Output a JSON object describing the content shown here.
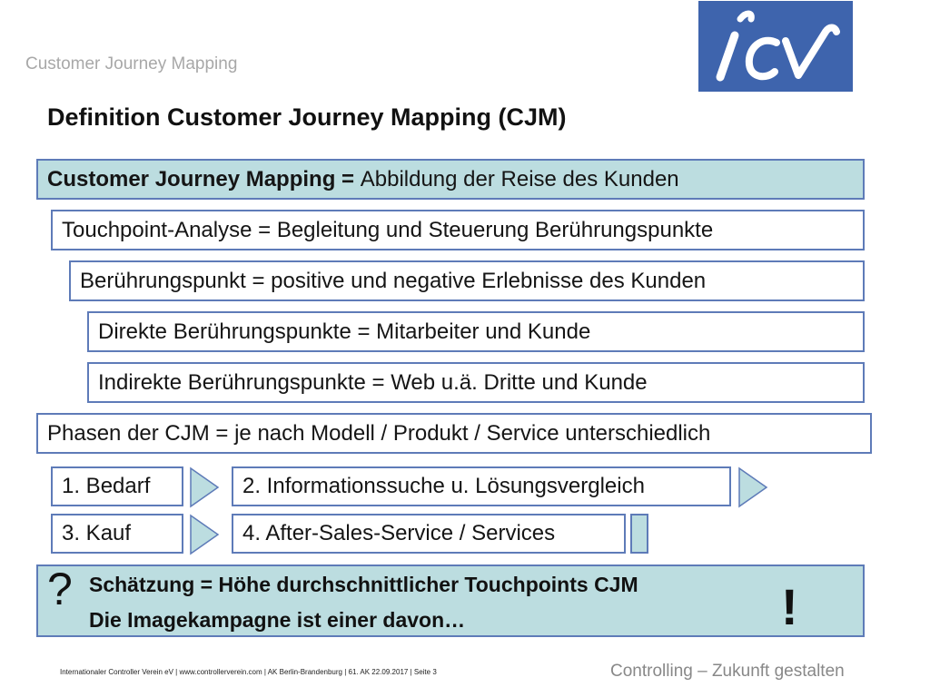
{
  "header": {
    "breadcrumb": "Customer Journey Mapping",
    "logo_text": "icv"
  },
  "title": "Definition Customer Journey Mapping (CJM)",
  "definitions": [
    {
      "term": "Customer Journey Mapping =",
      "text": "Abbildung der Reise des Kunden"
    },
    {
      "text": "Touchpoint-Analyse = Begleitung und Steuerung Berührungspunkte"
    },
    {
      "text": "Berührungspunkt = positive und negative Erlebnisse des Kunden"
    },
    {
      "text": "Direkte Berührungspunkte = Mitarbeiter und Kunde"
    },
    {
      "text": "Indirekte Berührungspunkte = Web u.ä. Dritte und Kunde"
    },
    {
      "text": "Phasen der CJM = je nach Modell / Produkt / Service unterschiedlich"
    }
  ],
  "phases": [
    "1. Bedarf",
    "2. Informationssuche u. Lösungsvergleich",
    "3. Kauf",
    "4. After-Sales-Service / Services"
  ],
  "estimate": {
    "question_mark": "?",
    "exclamation_mark": "!",
    "line1": "Schätzung = Höhe durchschnittlicher Touchpoints CJM",
    "line2": "Die Imagekampagne ist einer davon…"
  },
  "footer": {
    "left": "Internationaler Controller Verein eV | www.controllerverein.com | AK Berlin-Brandenburg | 61. AK 22.09.2017 | Seite 3",
    "right": "Controlling – Zukunft gestalten"
  },
  "colors": {
    "teal_fill": "#bcdde0",
    "box_border": "#5e7bb8",
    "logo_blue": "#3e64ad"
  }
}
